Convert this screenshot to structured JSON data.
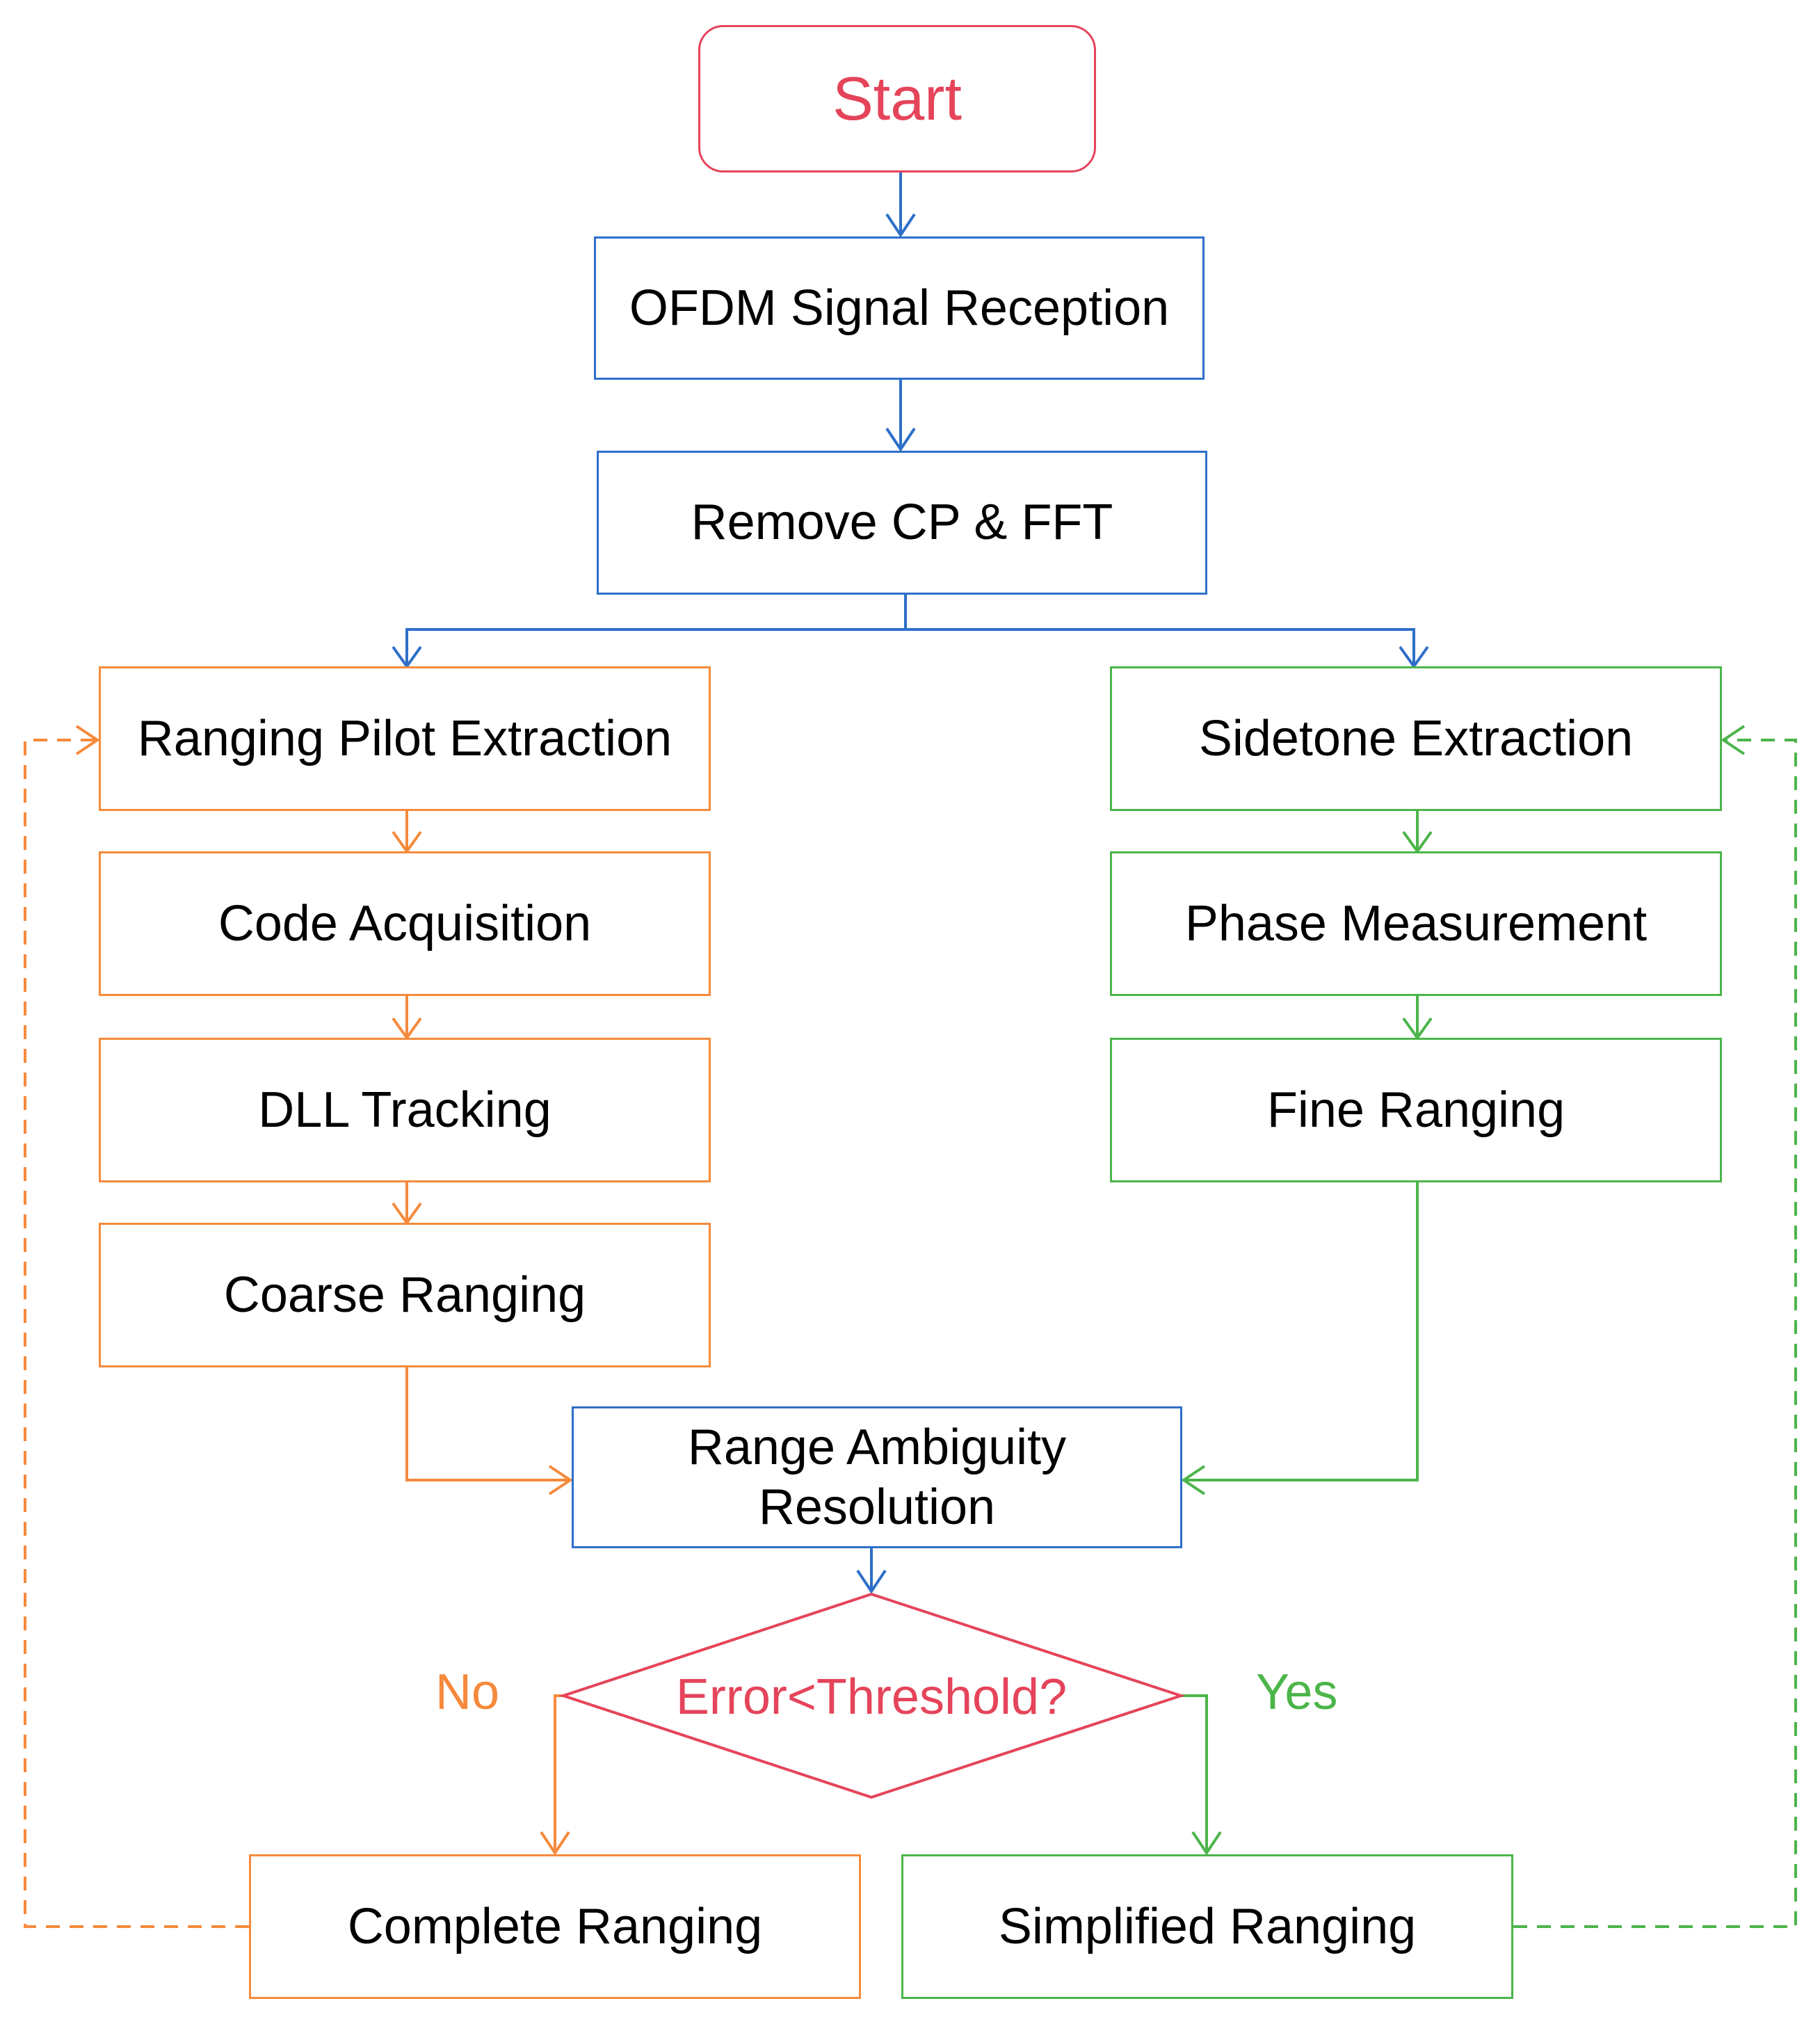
{
  "colors": {
    "blue": "#2e6fc8",
    "orange": "#f58a3c",
    "green": "#4cb54a",
    "red": "#e5445a",
    "text": "#000000"
  },
  "nodes": {
    "start": "Start",
    "ofdm_reception": "OFDM Signal Reception",
    "remove_cp_fft": "Remove CP & FFT",
    "ranging_pilot_extraction": "Ranging Pilot Extraction",
    "code_acquisition": "Code Acquisition",
    "dll_tracking": "DLL Tracking",
    "coarse_ranging": "Coarse Ranging",
    "sidetone_extraction": "Sidetone Extraction",
    "phase_measurement": "Phase Measurement",
    "fine_ranging": "Fine Ranging",
    "range_ambiguity_line1": "Range Ambiguity",
    "range_ambiguity_line2": "Resolution",
    "decision": "Error<Threshold?",
    "complete_ranging": "Complete Ranging",
    "simplified_ranging": "Simplified Ranging"
  },
  "branch_labels": {
    "no": "No",
    "yes": "Yes"
  }
}
